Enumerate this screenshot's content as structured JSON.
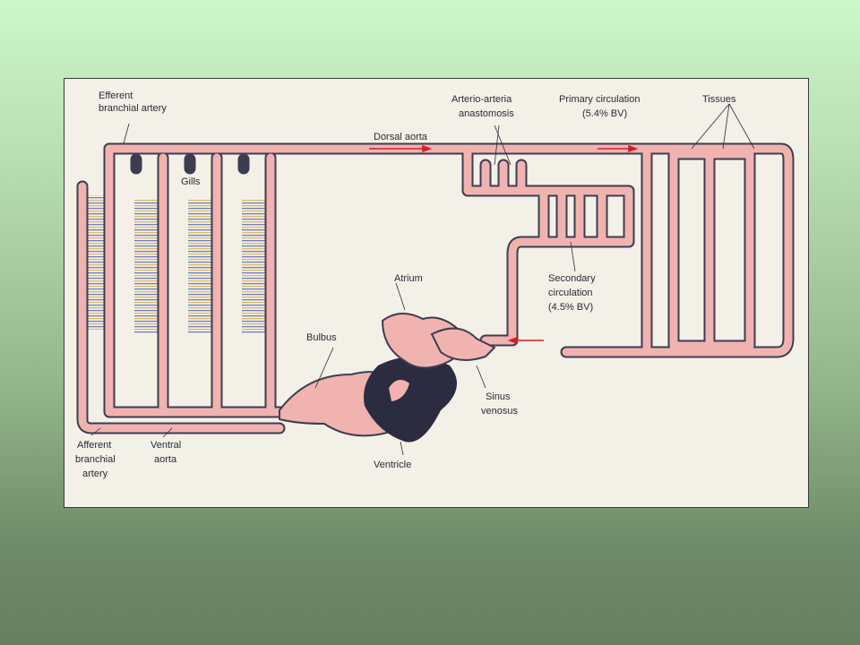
{
  "diagram": {
    "labels": {
      "efferent_line1": "Efferent",
      "efferent_line2": "branchial artery",
      "gills": "Gills",
      "dorsal_aorta": "Dorsal aorta",
      "anastomosis_line1": "Arterio-arteria",
      "anastomosis_line2": "anastomosis",
      "primary_line1": "Primary circulation",
      "primary_line2": "(5.4% BV)",
      "tissues": "Tissues",
      "atrium": "Atrium",
      "secondary_line1": "Secondary",
      "secondary_line2": "circulation",
      "secondary_line3": "(4.5% BV)",
      "bulbus": "Bulbus",
      "sinus_line1": "Sinus",
      "sinus_line2": "venosus",
      "ventricle": "Ventricle",
      "afferent_line1": "Afferent",
      "afferent_line2": "branchial",
      "afferent_line3": "artery",
      "ventral_line1": "Ventral",
      "ventral_line2": "aorta"
    },
    "colors": {
      "vessel_fill": "#f0b3b0",
      "vessel_outline": "#3d3d52",
      "heart_dark": "#2c2c40",
      "flow_arrow": "#d42020",
      "label_text": "#2a2a38"
    }
  }
}
